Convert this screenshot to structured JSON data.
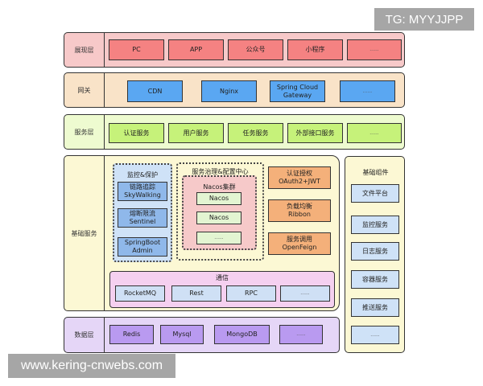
{
  "watermarks": {
    "top_right": "TG: MYYJJPP",
    "bottom_left": "www.kering-cnwebs.com"
  },
  "colors": {
    "presentation_bg": "#f7c9c9",
    "presentation_box": "#f58282",
    "gateway_bg": "#f9e3c8",
    "gateway_box": "#5aa7f2",
    "service_bg": "#eefbd0",
    "service_box": "#c6f27a",
    "base_bg": "#fcf8d4",
    "monitor_bg": "#cfe2f7",
    "monitor_box": "#8fb8ea",
    "nacos_bg": "#f6c9c9",
    "nacos_box": "#e3f5d2",
    "orange_box": "#f4b07a",
    "comm_bg": "#f5d0f0",
    "comm_box": "#cfe0f5",
    "components_bg": "#fcf8d4",
    "components_box": "#cfe2f7",
    "data_bg": "#e5d6f7",
    "data_box": "#b99af0"
  },
  "layers": {
    "presentation": {
      "label": "展现层",
      "items": [
        "PC",
        "APP",
        "公众号",
        "小程序",
        "......"
      ]
    },
    "gateway": {
      "label": "网关",
      "items": [
        "CDN",
        "Nginx",
        "Spring Cloud\nGateway",
        "......"
      ]
    },
    "service": {
      "label": "服务层",
      "items": [
        "认证服务",
        "用户服务",
        "任务服务",
        "外部接口服务",
        "......"
      ]
    },
    "base": {
      "label": "基础服务",
      "monitor": {
        "title": "监控&保护",
        "items": [
          "链路追踪\nSkyWalking",
          "熔断限流\nSentinel",
          "SpringBoot\nAdmin"
        ]
      },
      "governance": {
        "title": "服务治理&配置中心",
        "nacos_cluster": {
          "title": "Nacos集群",
          "items": [
            "Nacos",
            "Nacos",
            "......"
          ]
        }
      },
      "side_services": [
        "认证授权\nOAuth2+JWT",
        "负载均衡\nRibbon",
        "服务调用\nOpenFeign"
      ],
      "communication": {
        "title": "通信",
        "items": [
          "RocketMQ",
          "Rest",
          "RPC",
          "......"
        ]
      }
    },
    "components": {
      "title": "基础组件",
      "items": [
        "文件平台",
        "监控服务",
        "日志服务",
        "容器服务",
        "推送服务",
        "......"
      ]
    },
    "data": {
      "label": "数据层",
      "items": [
        "Redis",
        "Mysql",
        "MongoDB",
        "......"
      ]
    }
  }
}
